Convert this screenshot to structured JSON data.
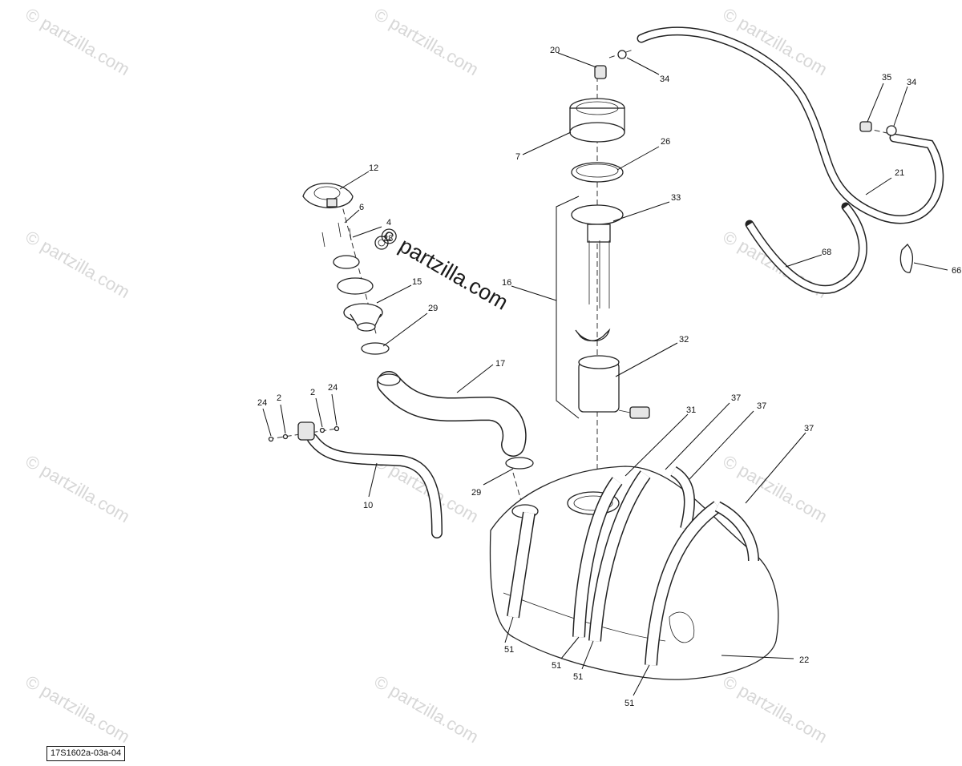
{
  "diagram": {
    "reference_code": "17S1602a-03a-04",
    "watermark": {
      "text": "© partzilla.com",
      "center_text": "© partzilla.com"
    },
    "callouts": [
      "20",
      "34",
      "35",
      "34",
      "7",
      "26",
      "12",
      "21",
      "33",
      "6",
      "4",
      "28",
      "68",
      "66",
      "16",
      "15",
      "29",
      "32",
      "17",
      "24",
      "2",
      "2",
      "24",
      "31",
      "37",
      "37",
      "37",
      "10",
      "29",
      "51",
      "51",
      "51",
      "22",
      "51"
    ]
  }
}
